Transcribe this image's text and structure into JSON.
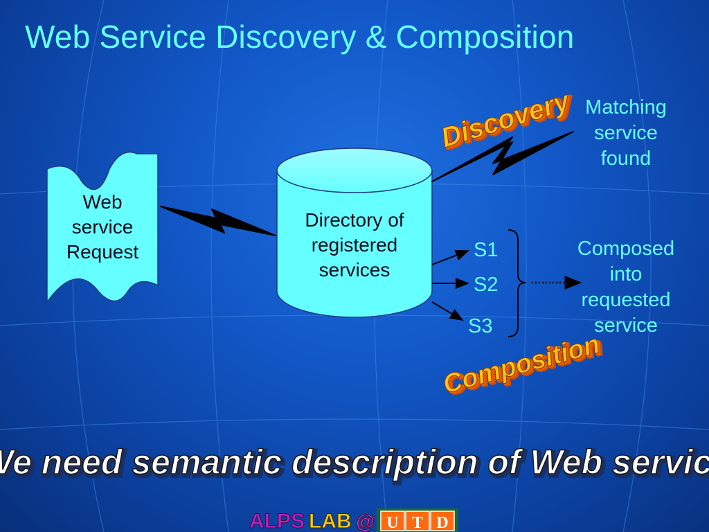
{
  "title": "Web Service Discovery & Composition",
  "scroll": {
    "lines": [
      "Web",
      "service",
      "Request"
    ]
  },
  "directory": {
    "lines": [
      "Directory of",
      "registered",
      "services"
    ]
  },
  "discovery": {
    "wordart": "Discovery",
    "result_lines": [
      "Matching",
      "service",
      "found"
    ]
  },
  "composition": {
    "wordart": "Composition",
    "services": [
      "S1",
      "S2",
      "S3"
    ],
    "result_lines": [
      "Composed",
      "into",
      "requested",
      "service"
    ]
  },
  "tagline": "We need semantic description of Web services",
  "footer": {
    "alps": "ALPS",
    "lab": "LAB",
    "at": "@",
    "utd_letters": [
      "U",
      "T",
      "D"
    ]
  },
  "colors": {
    "background": "#1258c8",
    "title": "#66ffff",
    "shape_fill": "#66ffff",
    "wordart_orange": "#ffb000",
    "tagline_fill": "#ffffff"
  }
}
